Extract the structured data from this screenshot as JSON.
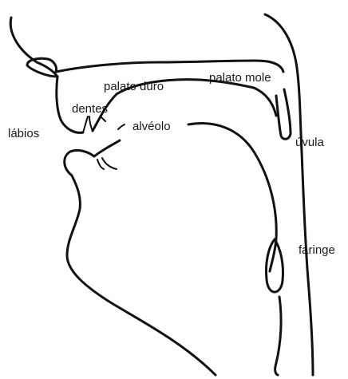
{
  "labels": {
    "labios": "lábios",
    "dentes": "dentes",
    "palato_duro": "palato duro",
    "alveolo": "alvéolo",
    "palato_mole": "palato mole",
    "uvula": "úvula",
    "faringe": "faringe"
  },
  "colors": {
    "line": "#111111",
    "text": "#1a1a1a",
    "background": "#ffffff"
  }
}
